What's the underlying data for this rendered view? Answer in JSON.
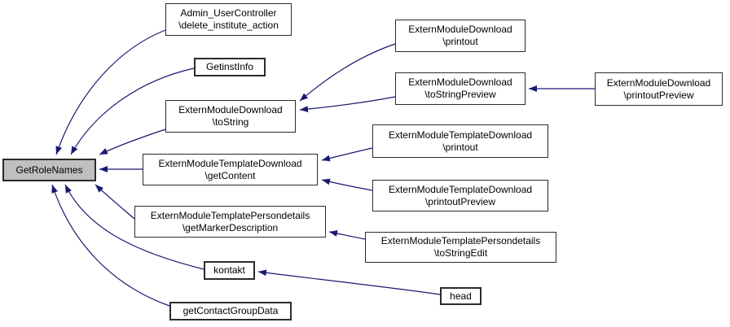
{
  "diagram": {
    "type": "caller-graph",
    "focus_function": "GetRoleNames",
    "edge_color": "#191970",
    "focus_fill_color": "#bfbfbf",
    "node_border_color": "#2b2b2b",
    "nodes": {
      "getrolenames": {
        "label": "GetRoleNames"
      },
      "admin_delete": {
        "line1": "Admin_UserController",
        "line2": "\\delete_institute_action"
      },
      "getinstinfo": {
        "label": "GetinstInfo"
      },
      "emd_tostring": {
        "line1": "ExternModuleDownload",
        "line2": "\\toString"
      },
      "emtd_getcontent": {
        "line1": "ExternModuleTemplateDownload",
        "line2": "\\getContent"
      },
      "emtp_getmarker": {
        "line1": "ExternModuleTemplatePersondetails",
        "line2": "\\getMarkerDescription"
      },
      "kontakt": {
        "label": "kontakt"
      },
      "getcontactgroupdata": {
        "label": "getContactGroupData"
      },
      "emd_printout": {
        "line1": "ExternModuleDownload",
        "line2": "\\printout"
      },
      "emd_tostringpreview": {
        "line1": "ExternModuleDownload",
        "line2": "\\toStringPreview"
      },
      "emtd_printout": {
        "line1": "ExternModuleTemplateDownload",
        "line2": "\\printout"
      },
      "emtd_printoutpreview": {
        "line1": "ExternModuleTemplateDownload",
        "line2": "\\printoutPreview"
      },
      "emtp_tostringedit": {
        "line1": "ExternModuleTemplatePersondetails",
        "line2": "\\toStringEdit"
      },
      "head": {
        "label": "head"
      },
      "emd_printoutpreview": {
        "line1": "ExternModuleDownload",
        "line2": "\\printoutPreview"
      }
    },
    "edges": [
      {
        "from": "Admin_UserController\\delete_institute_action",
        "to": "GetRoleNames"
      },
      {
        "from": "GetinstInfo",
        "to": "GetRoleNames"
      },
      {
        "from": "ExternModuleDownload\\toString",
        "to": "GetRoleNames"
      },
      {
        "from": "ExternModuleTemplateDownload\\getContent",
        "to": "GetRoleNames"
      },
      {
        "from": "ExternModuleTemplatePersondetails\\getMarkerDescription",
        "to": "GetRoleNames"
      },
      {
        "from": "kontakt",
        "to": "GetRoleNames"
      },
      {
        "from": "getContactGroupData",
        "to": "GetRoleNames"
      },
      {
        "from": "ExternModuleDownload\\printout",
        "to": "ExternModuleDownload\\toString"
      },
      {
        "from": "ExternModuleDownload\\toStringPreview",
        "to": "ExternModuleDownload\\toString"
      },
      {
        "from": "ExternModuleDownload\\printoutPreview",
        "to": "ExternModuleDownload\\toStringPreview"
      },
      {
        "from": "ExternModuleTemplateDownload\\printout",
        "to": "ExternModuleTemplateDownload\\getContent"
      },
      {
        "from": "ExternModuleTemplateDownload\\printoutPreview",
        "to": "ExternModuleTemplateDownload\\getContent"
      },
      {
        "from": "ExternModuleTemplatePersondetails\\toStringEdit",
        "to": "ExternModuleTemplatePersondetails\\getMarkerDescription"
      },
      {
        "from": "head",
        "to": "kontakt"
      }
    ]
  }
}
